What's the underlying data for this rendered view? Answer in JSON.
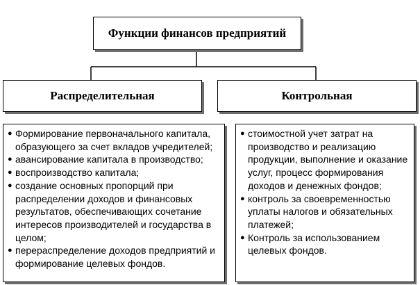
{
  "title": "Функции финансов предприятий",
  "branches": {
    "left": {
      "label": "Распределительная",
      "items": [
        "Формирование первоначального капитала, образующего за счет вкладов учредителей;",
        "авансирование капитала в производство;",
        "воспроизводство капитала;",
        "создание основных пропорций при распределении доходов и финансовых результатов,  обеспечивающих сочетание интересов производителей и государства в целом;",
        "перераспределение доходов предприятий и формирование целевых фондов."
      ]
    },
    "right": {
      "label": "Контрольная",
      "items": [
        "стоимостной учет затрат на производство и реализацию продукции, выполнение и оказание услуг, процесс формирования доходов и денежных фондов;",
        "контроль за своевременностью уплаты налогов и обязательных платежей;",
        "Контроль за использованием целевых фондов."
      ]
    }
  },
  "bullet_glyph": "●"
}
